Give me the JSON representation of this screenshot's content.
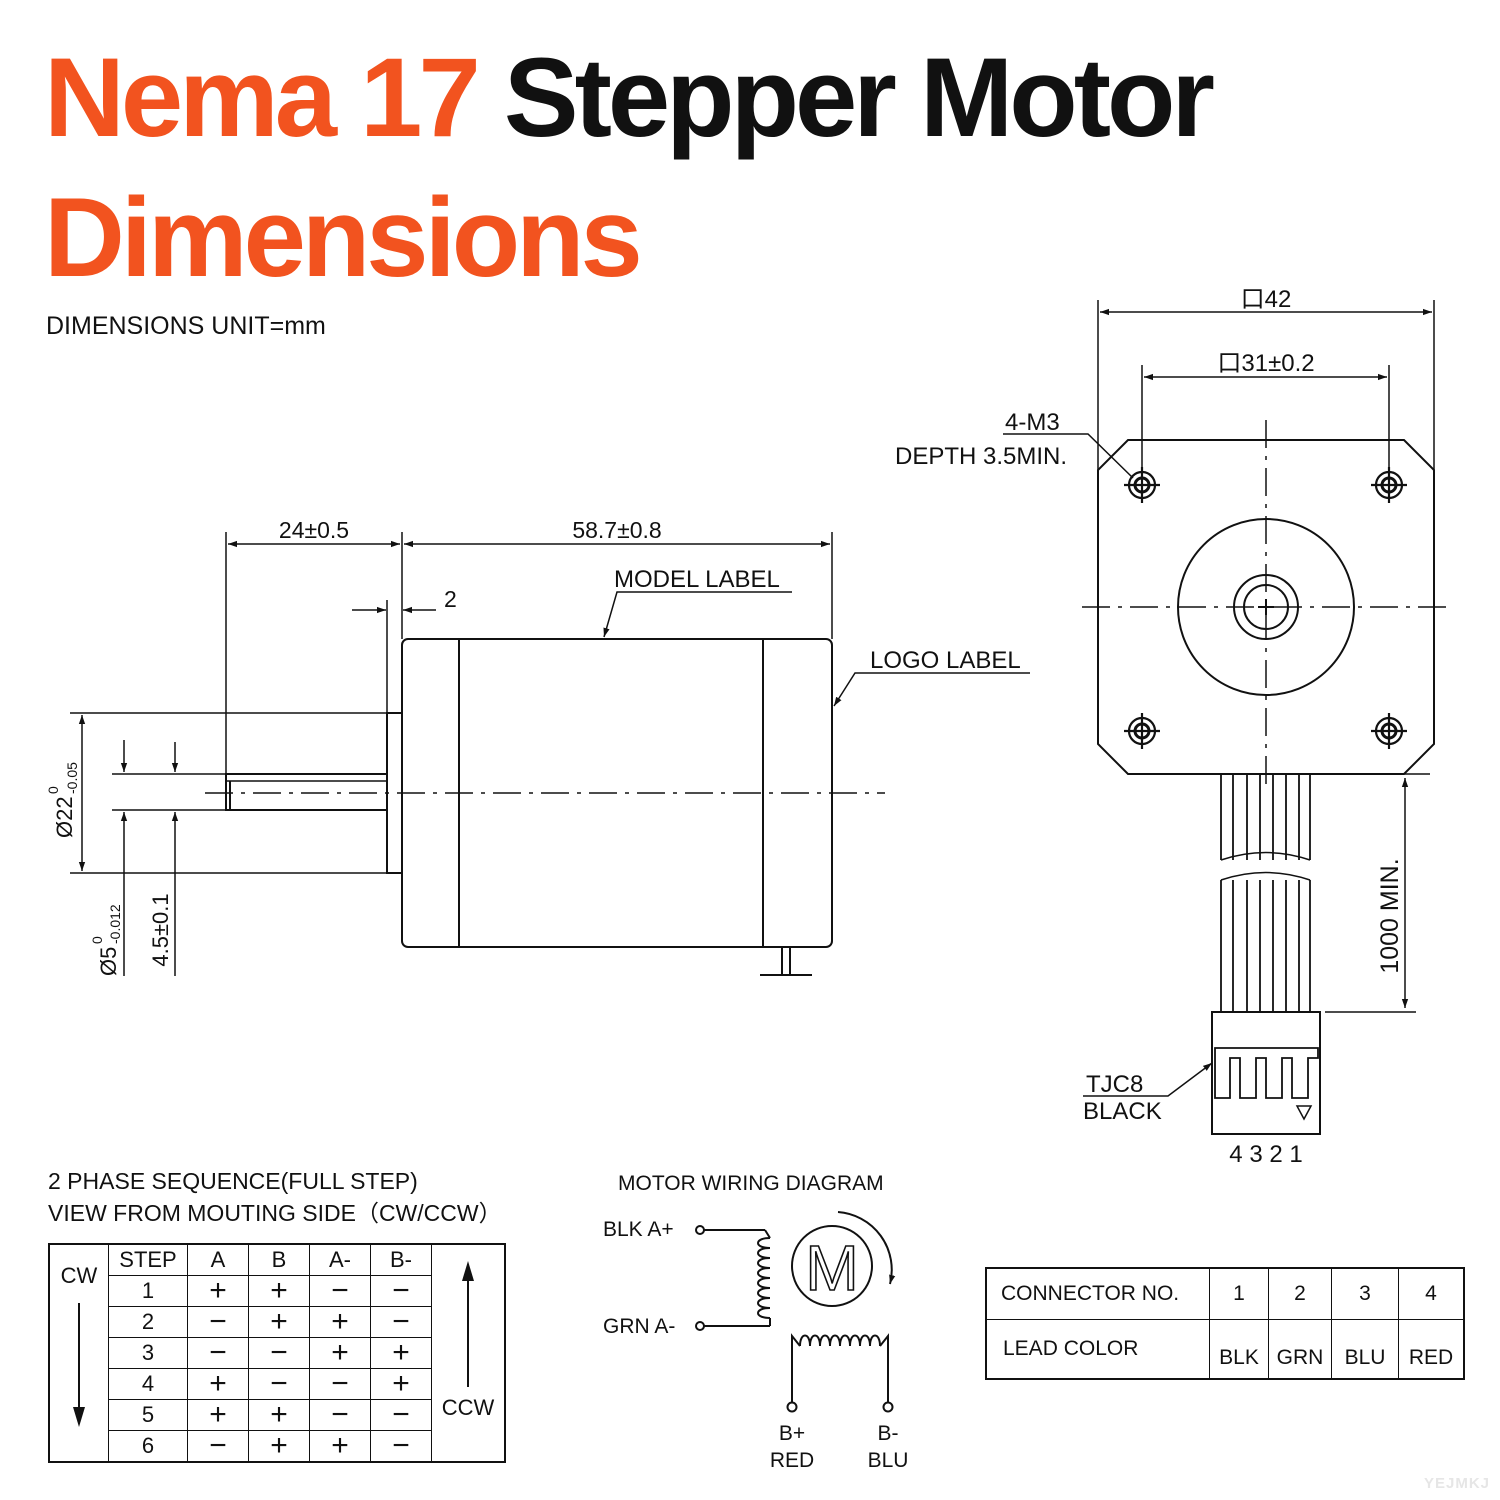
{
  "header": {
    "title_line1_orange": "Nema 17",
    "title_line1_dark": "Stepper Motor",
    "title_line2": "Dimensions",
    "unit_note": "DIMENSIONS UNIT=mm"
  },
  "front_view": {
    "outer_size": "口42",
    "hole_spacing": "口31±0.2",
    "hole_note_line1": "4-M3",
    "hole_note_line2": "DEPTH 3.5MIN.",
    "lead_length": "1000 MIN.",
    "connector_note_line1": "TJC8",
    "connector_note_line2": "BLACK",
    "pin_numbers": "4 3 2 1"
  },
  "side_view": {
    "shaft_length": "24±0.5",
    "body_length": "58.7±0.8",
    "boss_height": "2",
    "model_label": "MODEL LABEL",
    "logo_label": "LOGO LABEL",
    "boss_diameter": "Ø22",
    "boss_diameter_tol_upper": "0",
    "boss_diameter_tol_lower": "-0.05",
    "shaft_diameter": "Ø5",
    "shaft_diameter_tol_upper": "0",
    "shaft_diameter_tol_lower": "-0.012",
    "flat_depth": "4.5±0.1"
  },
  "sequence": {
    "heading_line1": "2 PHASE SEQUENCE(FULL STEP)",
    "heading_line2": "VIEW FROM MOUTING SIDE（CW/CCW）",
    "cw_label": "CW",
    "ccw_label": "CCW",
    "columns": [
      "STEP",
      "A",
      "B",
      "A-",
      "B-"
    ],
    "rows": [
      [
        "1",
        "+",
        "+",
        "−",
        "−"
      ],
      [
        "2",
        "−",
        "+",
        "+",
        "−"
      ],
      [
        "3",
        "−",
        "−",
        "+",
        "+"
      ],
      [
        "4",
        "+",
        "−",
        "−",
        "+"
      ],
      [
        "5",
        "+",
        "+",
        "−",
        "−"
      ],
      [
        "6",
        "−",
        "+",
        "+",
        "−"
      ]
    ]
  },
  "wiring": {
    "heading": "MOTOR WIRING  DIAGRAM",
    "a_plus": "BLK  A+",
    "a_minus": "GRN  A-",
    "b_plus": "B+",
    "b_plus_color": "RED",
    "b_minus": "B-",
    "b_minus_color": "BLU",
    "motor_symbol": "M"
  },
  "connector_table": {
    "row1_label": "CONNECTOR NO.",
    "numbers": [
      "1",
      "2",
      "3",
      "4"
    ],
    "row2_label": "LEAD COLOR",
    "colors": [
      "BLK",
      "GRN",
      "BLU",
      "RED"
    ]
  },
  "watermark": "YEJMKJ",
  "colors": {
    "accent": "#f2531f",
    "ink": "#111111"
  }
}
